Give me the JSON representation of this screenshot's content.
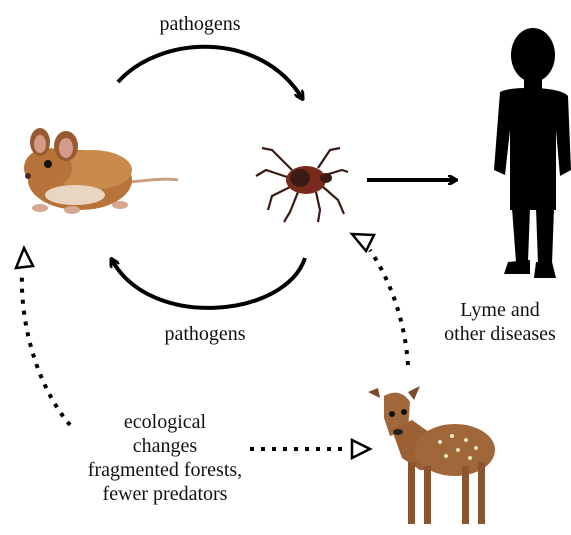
{
  "labels": {
    "pathogens_top": "pathogens",
    "pathogens_bottom": "pathogens",
    "lyme_line1": "Lyme and",
    "lyme_line2": "other diseases",
    "eco_line1": "ecological",
    "eco_line2": "changes",
    "eco_line3": "fragmented forests,",
    "eco_line4": "fewer predators"
  },
  "icons": [
    "mouse-icon",
    "tick-icon",
    "child-silhouette-icon",
    "deer-icon"
  ],
  "colors": {
    "mouse_fur": "#b8733a",
    "tick_body": "#7a2a1c",
    "deer_coat": "#a0683a",
    "arrow": "#000000"
  }
}
